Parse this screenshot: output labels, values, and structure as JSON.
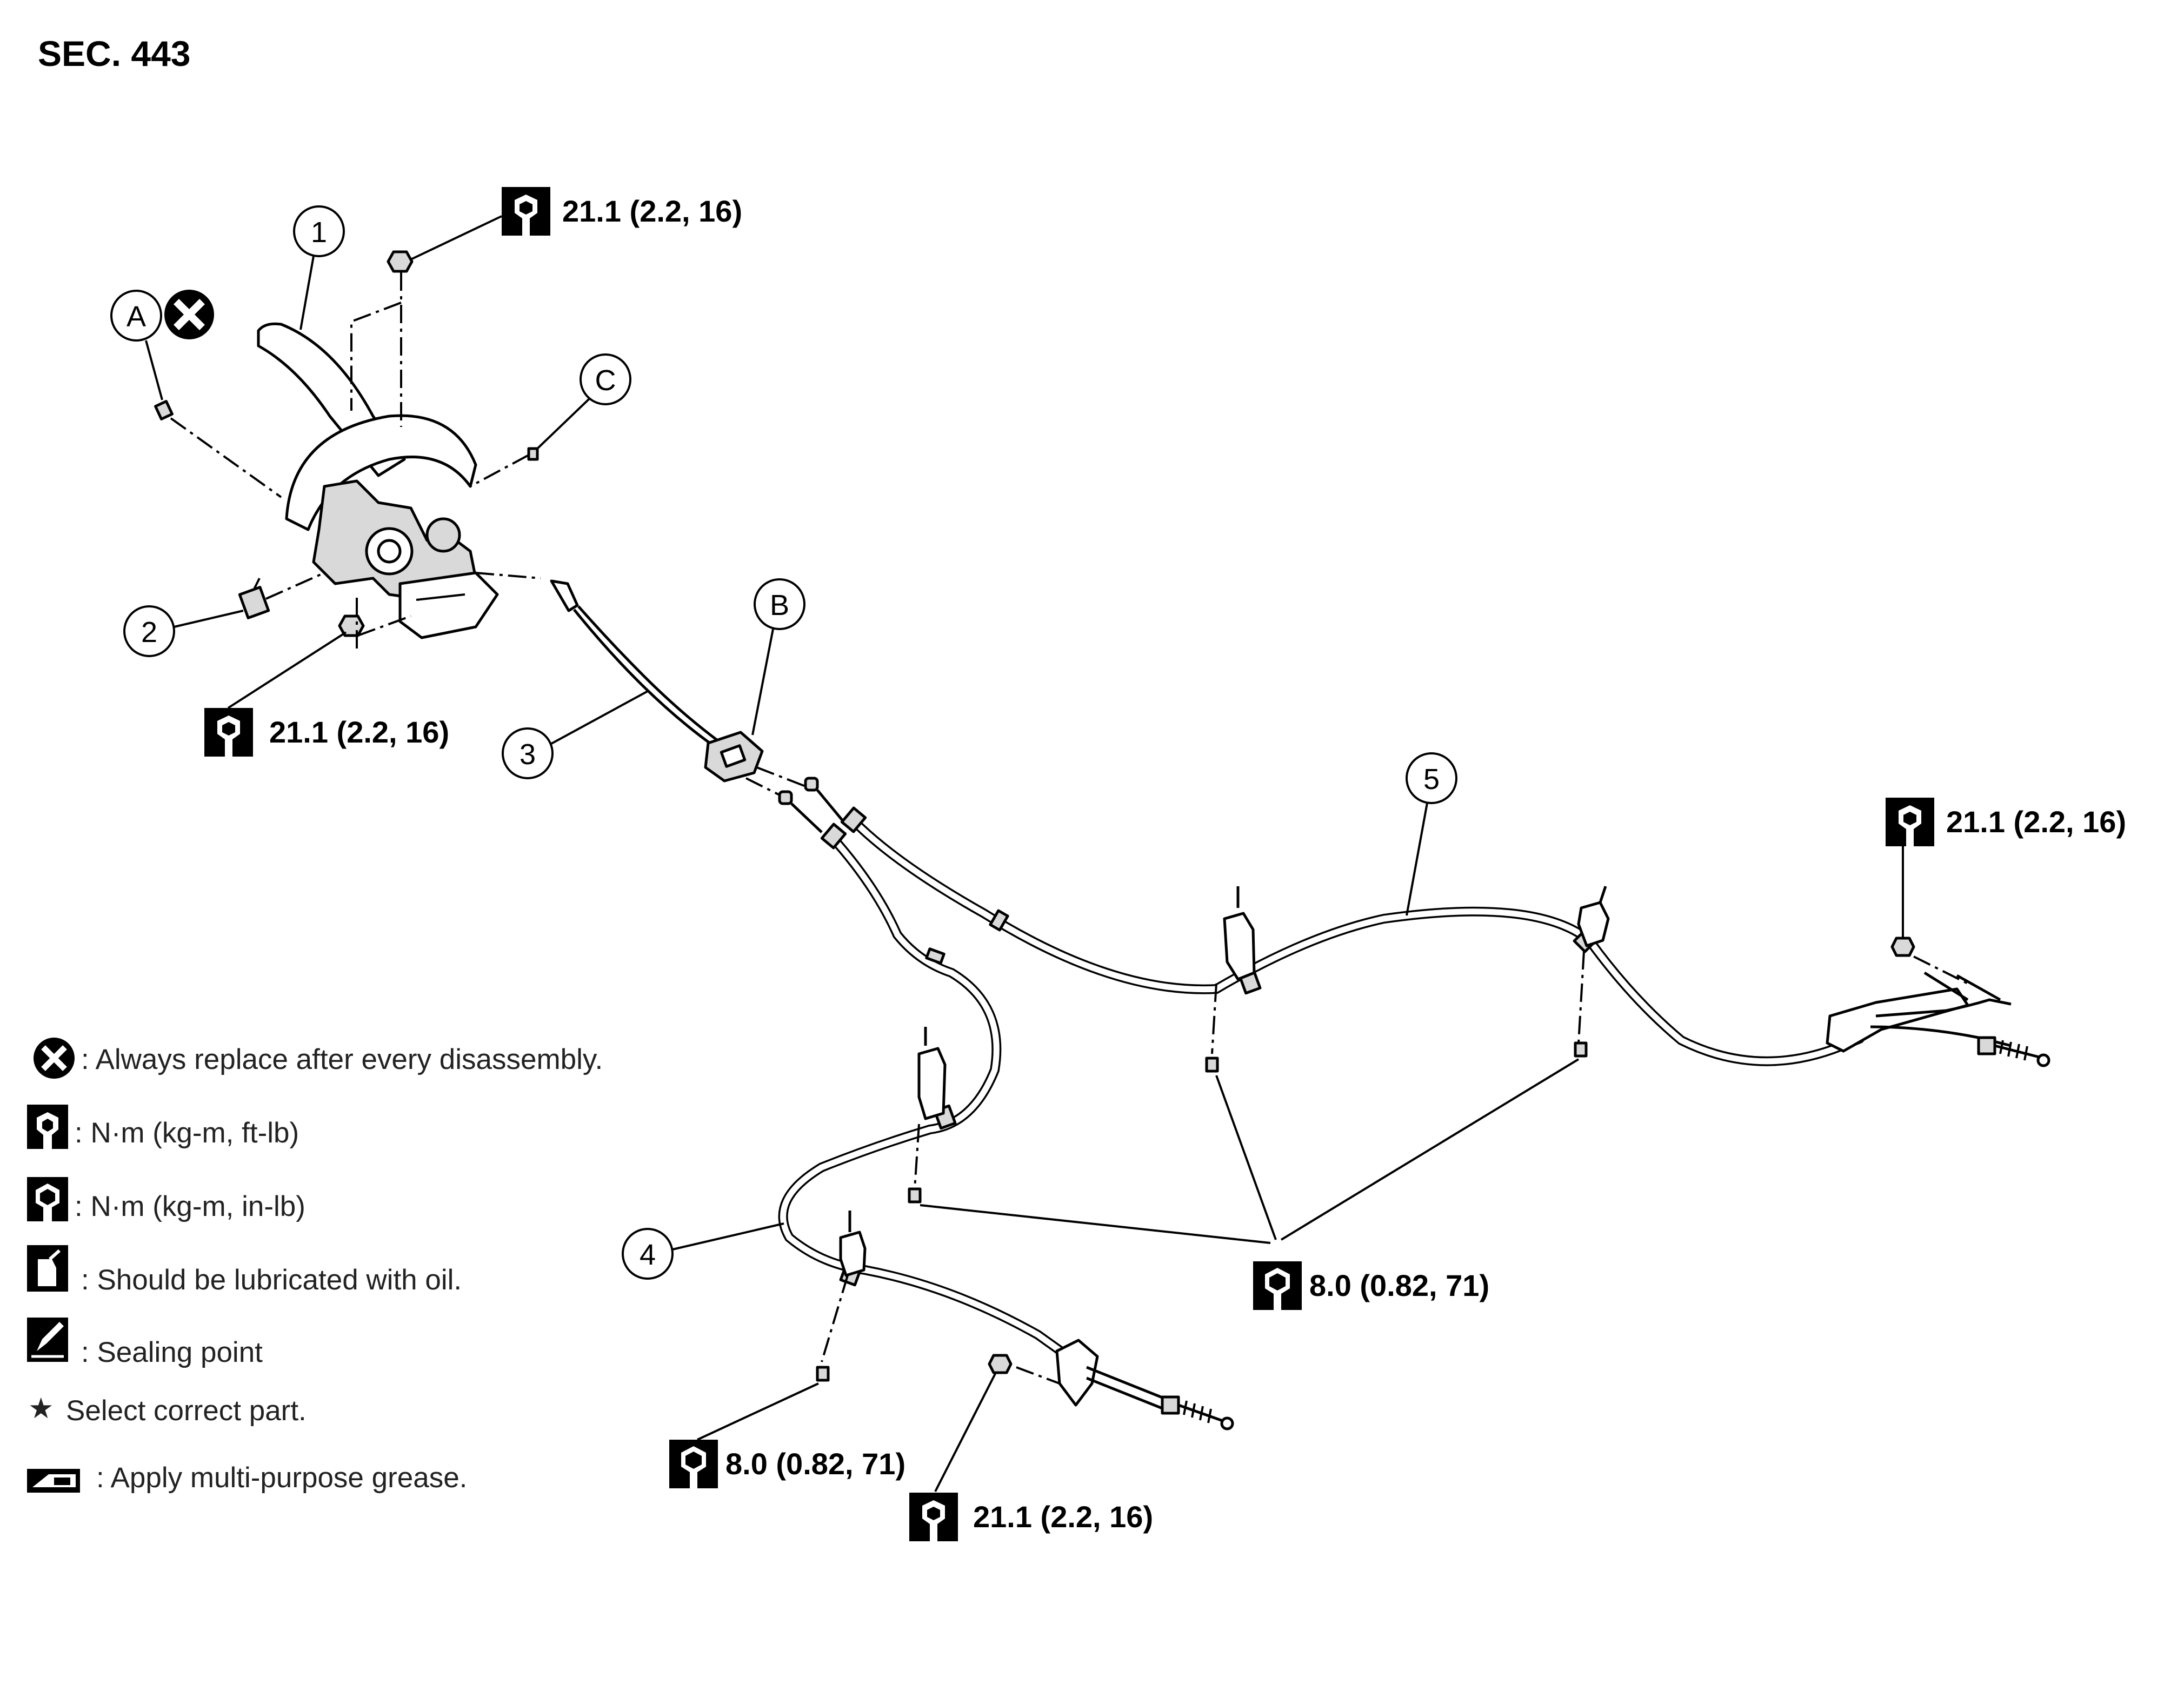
{
  "section": "SEC. 443",
  "callouts": {
    "c1": "1",
    "c2": "2",
    "c3": "3",
    "c4": "4",
    "c5": "5",
    "cA": "A",
    "cB": "B",
    "cC": "C"
  },
  "torques": {
    "t_top": "21.1 (2.2, 16)",
    "t_left": "21.1 (2.2, 16)",
    "t_right": "21.1 (2.2, 16)",
    "t_mid": "8.0 (0.82, 71)",
    "t_bottom_left": "8.0 (0.82, 71)",
    "t_bottom": "21.1 (2.2, 16)"
  },
  "legend": [
    {
      "icon": "always-replace-icon",
      "text": ": Always replace after every disassembly."
    },
    {
      "icon": "torque-ft-lb-icon",
      "text": ": N·m (kg-m, ft-lb)"
    },
    {
      "icon": "torque-in-lb-icon",
      "text": ": N·m (kg-m, in-lb)"
    },
    {
      "icon": "oil-can-icon",
      "text": ": Should be lubricated with oil."
    },
    {
      "icon": "sealing-point-icon",
      "text": ": Sealing point"
    },
    {
      "icon": "star-icon",
      "text": "Select correct part."
    },
    {
      "icon": "grease-icon",
      "text": ": Apply multi-purpose grease."
    }
  ]
}
